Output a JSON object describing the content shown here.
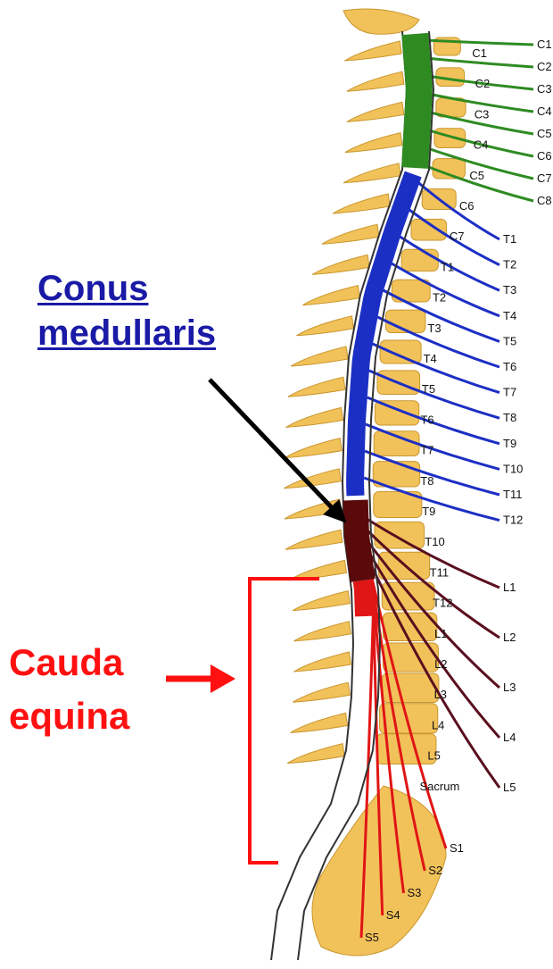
{
  "callouts": {
    "conus_line1": "Conus",
    "conus_line2": "medullaris",
    "cauda_line1": "Cauda",
    "cauda_line2": "equina"
  },
  "colors": {
    "cervical": "#2e8b22",
    "thoracic": "#1c2fc4",
    "lumbar": "#5a0f1e",
    "sacral": "#e01515",
    "conus": "#5a0a0a",
    "bone": "#f2c25a",
    "callout_blue": "#1a1aa6",
    "callout_red": "#ff1010"
  },
  "vertebra_labels": [
    "C1",
    "C2",
    "C3",
    "C4",
    "C5",
    "C6",
    "C7",
    "T1",
    "T2",
    "T3",
    "T4",
    "T5",
    "T6",
    "T7",
    "T8",
    "T9",
    "T10",
    "T11",
    "T12",
    "L1",
    "L2",
    "L3",
    "L4",
    "L5",
    "Sacrum"
  ],
  "nerve_labels": [
    "C1",
    "C2",
    "C3",
    "C4",
    "C5",
    "C6",
    "C7",
    "C8",
    "T1",
    "T2",
    "T3",
    "T4",
    "T5",
    "T6",
    "T7",
    "T8",
    "T9",
    "T10",
    "T11",
    "T12",
    "L1",
    "L2",
    "L3",
    "L4",
    "L5",
    "S1",
    "S2",
    "S3",
    "S4",
    "S5"
  ]
}
